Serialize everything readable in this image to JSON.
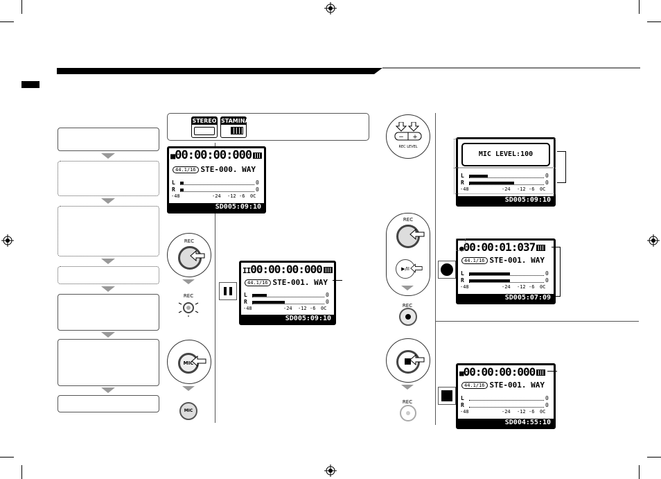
{
  "header": {
    "bar_color": "#000000",
    "side_tab_color": "#000000"
  },
  "registration_mark_icon": "crosshair-circle-icon",
  "flow_steps": [
    {
      "id": "step1",
      "style": "solid"
    },
    {
      "id": "step2",
      "style": "dotted"
    },
    {
      "id": "step3",
      "style": "dotted"
    },
    {
      "id": "step4",
      "style": "dotted"
    },
    {
      "id": "step5",
      "style": "solid"
    },
    {
      "id": "step6",
      "style": "solid"
    },
    {
      "id": "step7",
      "style": "solid"
    }
  ],
  "mode_icons": {
    "stereo_label": "STEREO",
    "stamina_label": "STAMINA"
  },
  "lcd_standby": {
    "time": "00:00:00:000",
    "format": "44.1/16",
    "filename": "STE-000. WAY",
    "scale": [
      "-48",
      "-24",
      "-12",
      "-6",
      "0C"
    ],
    "remaining": "005:09:10",
    "level_L": 0.05,
    "level_R": 0.05
  },
  "lcd_pause": {
    "time": "00:00:00:000",
    "format": "44.1/16",
    "filename": "STE-001. WAY",
    "scale": [
      "-48",
      "-24",
      "-12",
      "-6",
      "0C"
    ],
    "remaining": "005:09:10",
    "level_L": 0.2,
    "level_R": 0.45
  },
  "lcd_mic_level": {
    "popup": "MIC LEVEL:100",
    "scale": [
      "-48",
      "-24",
      "-12",
      "-6",
      "0C"
    ],
    "remaining": "005:09:10",
    "level_L": 0.25,
    "level_R": 0.6
  },
  "lcd_recording": {
    "time": "00:00:01:037",
    "format": "44.1/16",
    "filename": "STE-001. WAY",
    "scale": [
      "-48",
      "-24",
      "-12",
      "-6",
      "0C"
    ],
    "remaining": "005:07:09",
    "level_L": 0.55,
    "level_R": 0.55
  },
  "lcd_stopped": {
    "time": "00:00:00:000",
    "format": "44.1/16",
    "filename": "STE-001. WAY",
    "scale": [
      "-48",
      "-24",
      "-12",
      "-6",
      "0C"
    ],
    "remaining": "004:55:10",
    "level_L": 0,
    "level_R": 0
  },
  "buttons": {
    "rec_label": "REC",
    "mic_label": "MIC",
    "rec_level_label": "REC LEVEL",
    "minus": "−",
    "plus": "+",
    "play_pause_glyph": "▶/II"
  },
  "state_icons": {
    "pause": "pause-icon",
    "record": "record-icon",
    "stop": "stop-icon"
  }
}
